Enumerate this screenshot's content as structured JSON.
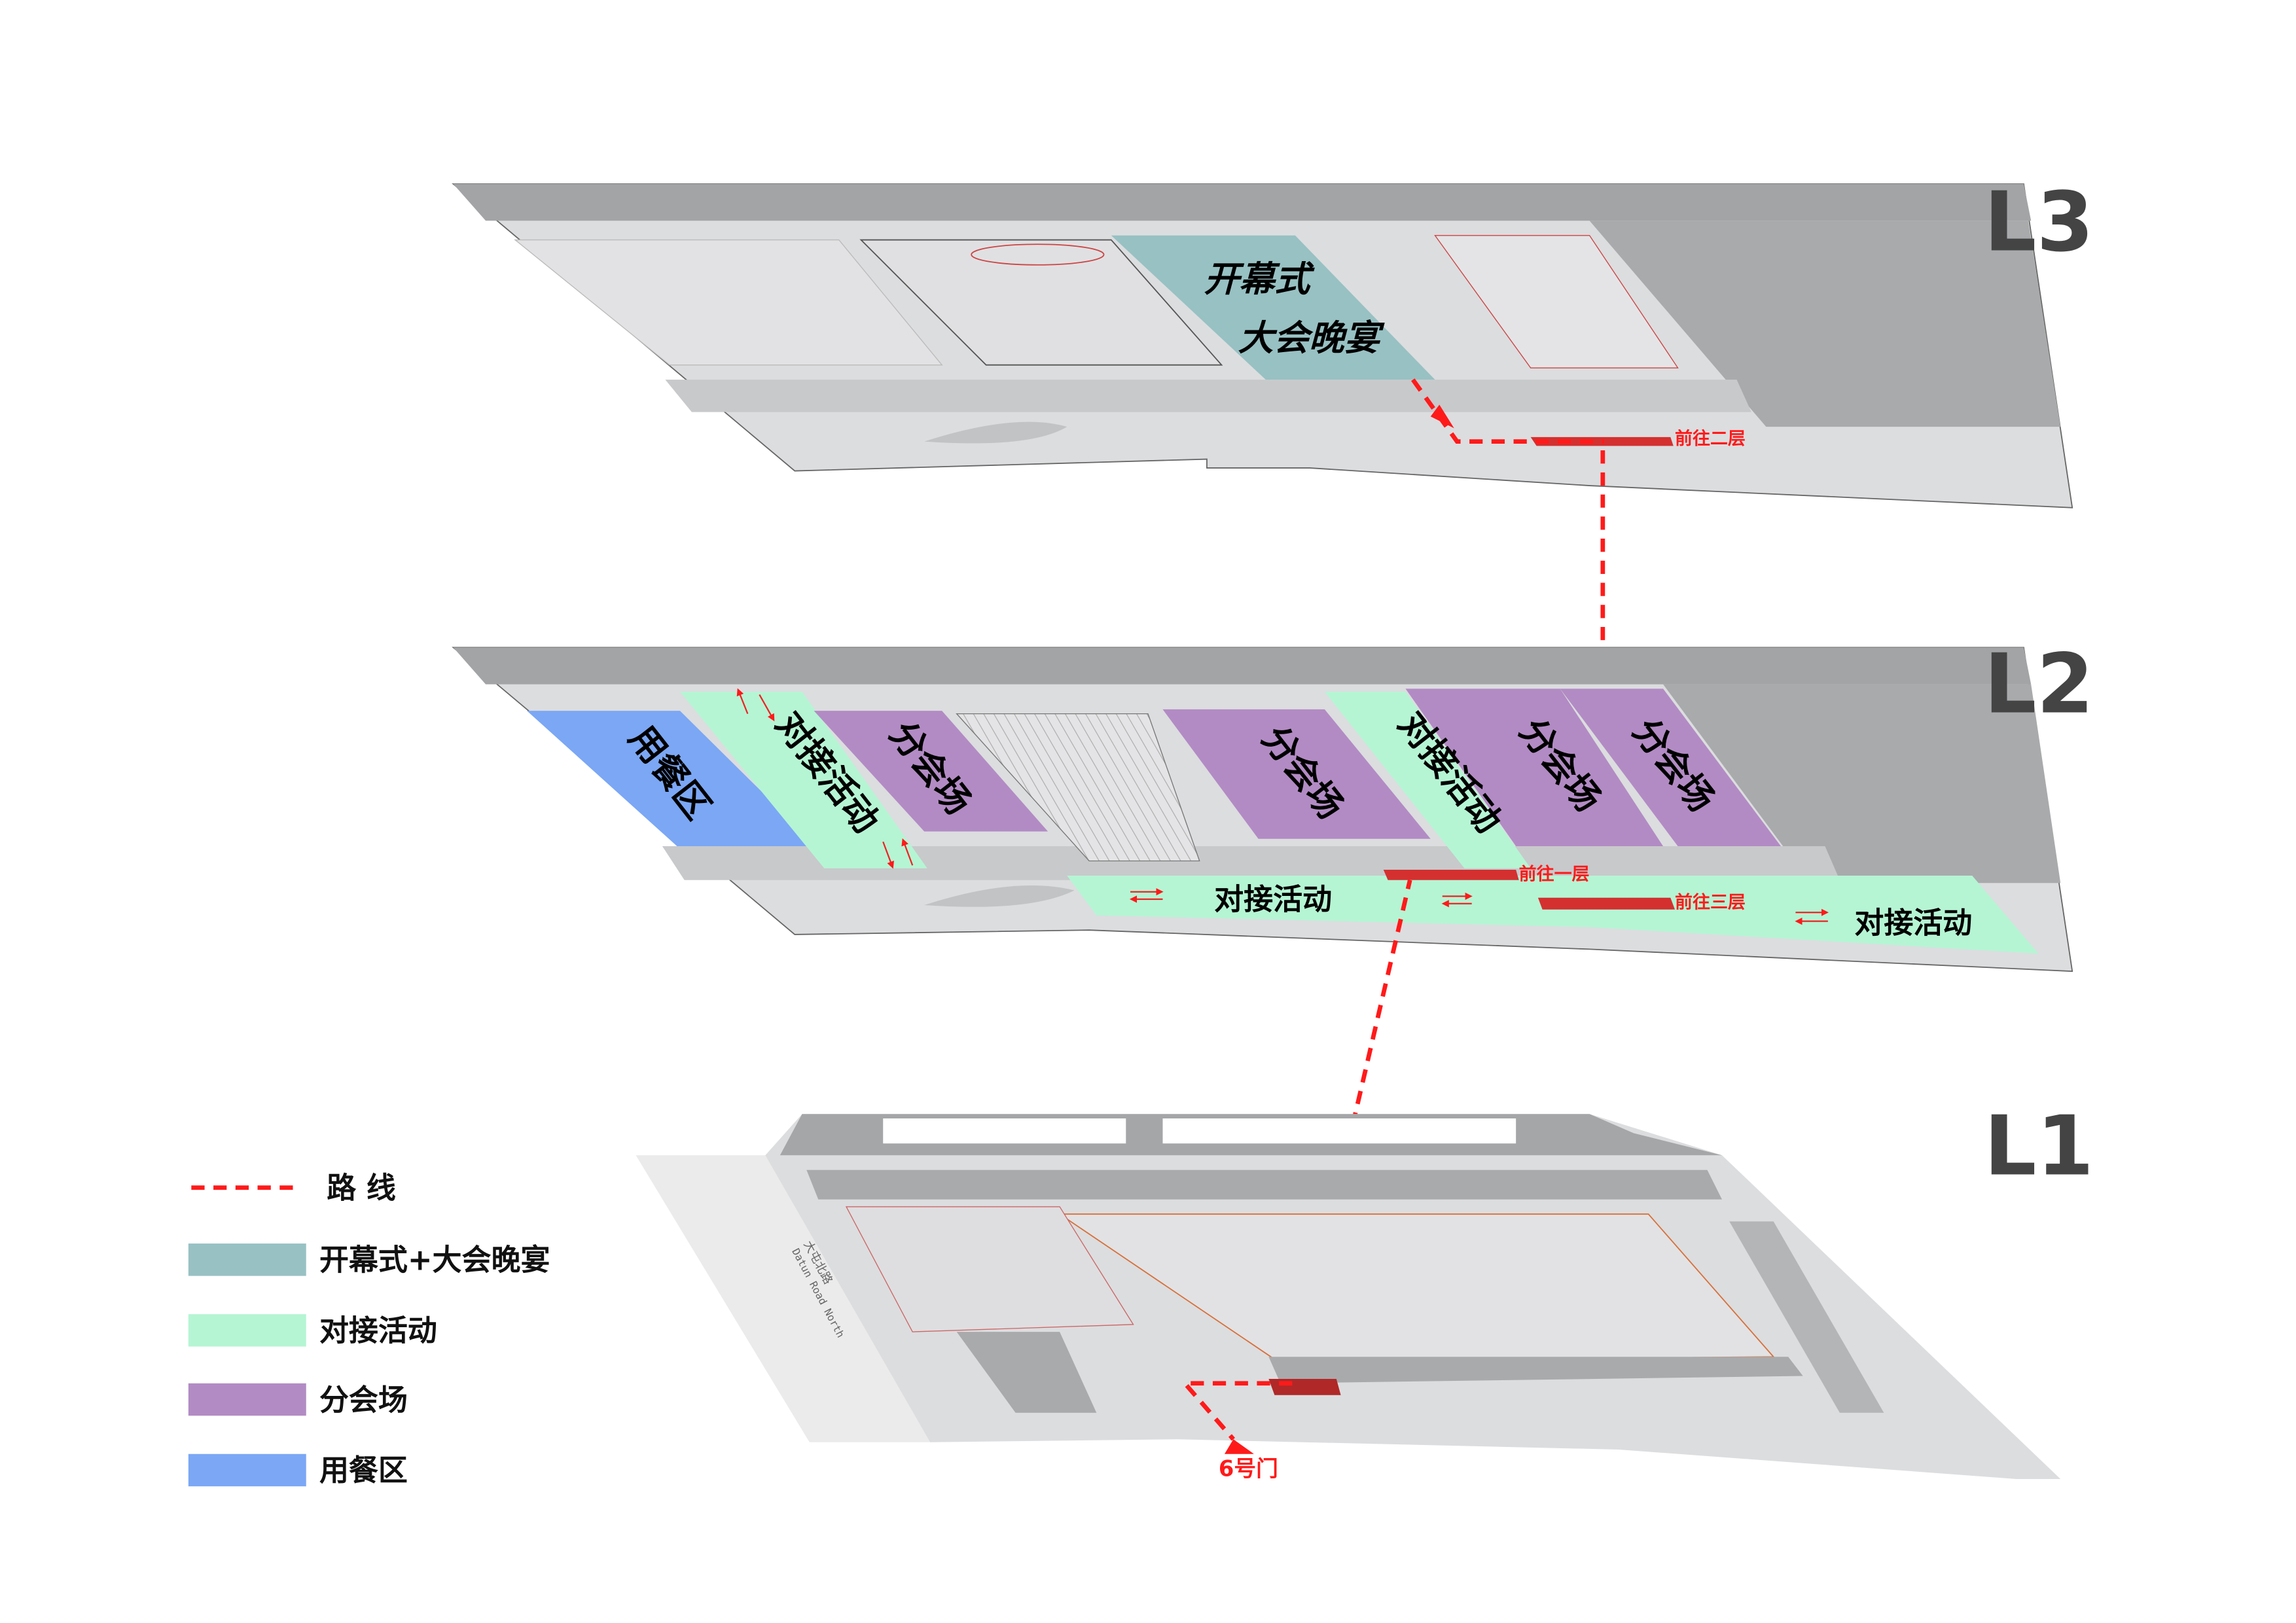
{
  "colors": {
    "opening_banquet": "#98c1c3",
    "matchmaking": "#b5f5d4",
    "sub_venue": "#b28bc4",
    "dining": "#7ba7f5",
    "route": "#ff1a1a",
    "plate": "#dcdddf",
    "plate_dark": "#9fa0a2"
  },
  "levels": {
    "l3": {
      "label": "L3",
      "zones": [
        {
          "line1": "开幕式",
          "line2": "大会晚宴",
          "type": "opening_banquet"
        }
      ],
      "route_note": "前往二层"
    },
    "l2": {
      "label": "L2",
      "zones": [
        {
          "text": "用餐区",
          "type": "dining"
        },
        {
          "text": "对接活动",
          "type": "matchmaking"
        },
        {
          "text": "分会场",
          "type": "sub_venue"
        },
        {
          "text": "分会场",
          "type": "sub_venue"
        },
        {
          "text": "对接活动",
          "type": "matchmaking"
        },
        {
          "text": "分会场",
          "type": "sub_venue"
        },
        {
          "text": "分会场",
          "type": "sub_venue"
        },
        {
          "text": "对接活动",
          "type": "matchmaking"
        },
        {
          "text": "对接活动",
          "type": "matchmaking"
        }
      ],
      "route_note_down": "前往一层",
      "route_note_up": "前往三层"
    },
    "l1": {
      "label": "L1",
      "entrance": "6号门",
      "road_cn": "大屯北路",
      "road_en": "Datun Road North"
    }
  },
  "legend": [
    {
      "label": "路 线",
      "type": "route",
      "icon": "dashed-line-icon"
    },
    {
      "label": "开幕式+大会晚宴",
      "type": "opening_banquet"
    },
    {
      "label": "对接活动",
      "type": "matchmaking"
    },
    {
      "label": "分会场",
      "type": "sub_venue"
    },
    {
      "label": "用餐区",
      "type": "dining"
    }
  ]
}
